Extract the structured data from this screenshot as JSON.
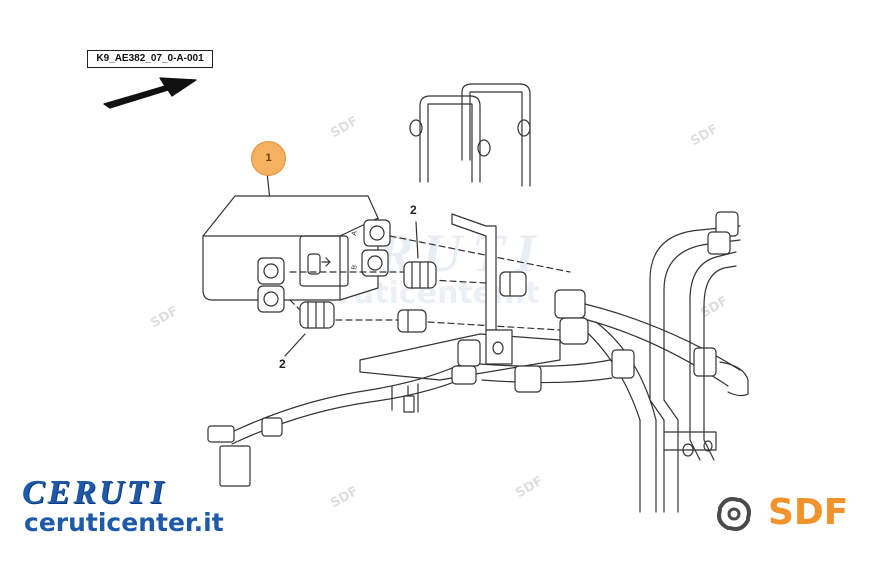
{
  "diagram": {
    "reference_code": "K9_AE382_07_0-A-001",
    "callouts": [
      {
        "label": "1"
      },
      {
        "label": "2"
      },
      {
        "label": "2"
      }
    ],
    "cooler_marks": {
      "top": "A",
      "bottom": "B"
    }
  },
  "watermarks": {
    "big": "CERUTI",
    "url": "ceruticenter.it",
    "sdf": "SDF"
  },
  "branding": {
    "ceruti_logo": "CERUTI",
    "ceruti_url": "ceruticenter.it",
    "sdf_logo": "SDF",
    "ceruti_color": "#1f5aa8",
    "sdf_color": "#f0932c",
    "sdf_icon": "sdf-swirl-icon"
  },
  "colors": {
    "line": "#333333",
    "callout_fill": "#f5b060"
  }
}
